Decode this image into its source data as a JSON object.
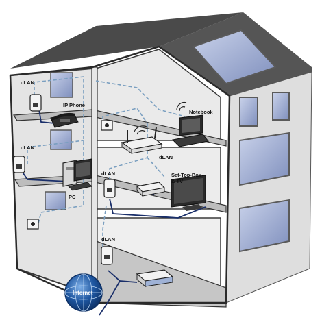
{
  "labels": {
    "dlan_attic": "dLAN",
    "ip_phone": "IP Phone",
    "notebook": "Notebook",
    "dlan_router": "dLAN",
    "dlan_mid_left": "dLAN",
    "dlan_mid_right": "dLAN",
    "settopbox_line1": "Set-Top-Box",
    "settopbox_line2": "& TV",
    "pc": "PC",
    "dlan_basement": "dLAN",
    "internet": "Internet"
  },
  "colors": {
    "wall_dark": "#3c3c3c",
    "wall_light": "#d8d8d8",
    "floor": "#c8c8c8",
    "facade": "#dcdcdc",
    "window": "#9aa6c8",
    "window_frame": "#5a5a5a",
    "cable_dashed": "#7a9fc0",
    "cable_solid": "#1a2f6a",
    "globe": "#1e56a0"
  }
}
